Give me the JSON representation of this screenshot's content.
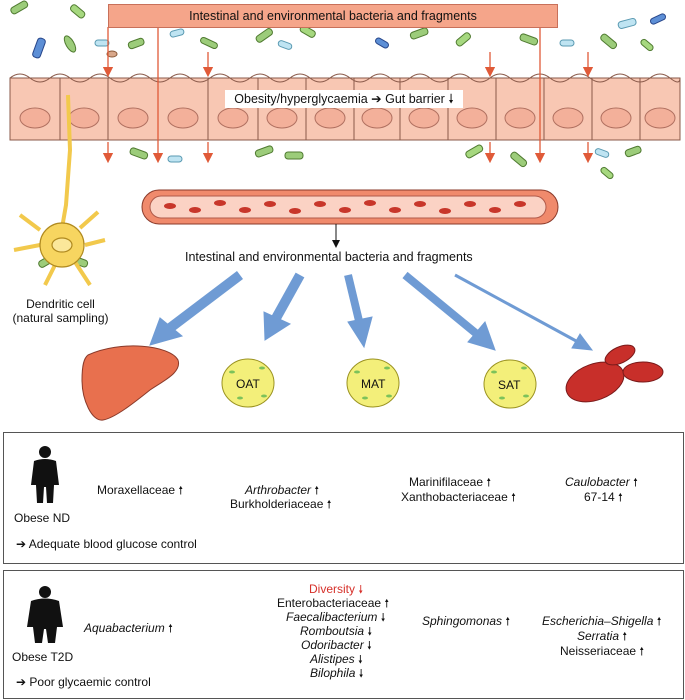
{
  "banner": {
    "text": "Intestinal and environmental bacteria and fragments"
  },
  "gut": {
    "label": "Obesity/hyperglycaemia ➔ Gut barrier 🠗"
  },
  "blood_label": "Intestinal and environmental bacteria and fragments",
  "dendritic": {
    "line1": "Dendritic cell",
    "line2": "(natural sampling)"
  },
  "organs": {
    "oat": "OAT",
    "mat": "MAT",
    "sat": "SAT"
  },
  "panel_nd": {
    "group": "Obese ND",
    "footer": "➔ Adequate blood glucose control",
    "col1": [
      {
        "name": "Moraxellaceae",
        "arrow": "🠕"
      }
    ],
    "col2": [
      {
        "name": "Arthrobacter",
        "arrow": "🠕"
      },
      {
        "name": "Burkholderiaceae",
        "arrow": "🠕"
      }
    ],
    "col3": [
      {
        "name": "Marinifilaceae",
        "arrow": "🠕"
      },
      {
        "name": "Xanthobacteriaceae",
        "arrow": "🠕"
      }
    ],
    "col4": [
      {
        "name": "Caulobacter",
        "arrow": "🠕"
      },
      {
        "name": "67-14",
        "arrow": "🠕"
      }
    ]
  },
  "panel_t2d": {
    "group": "Obese T2D",
    "footer": "➔ Poor glycaemic control",
    "col1": [
      {
        "name": "Aquabacterium",
        "arrow": "🠕"
      }
    ],
    "diversity": {
      "name": "Diversity",
      "arrow": "🠗"
    },
    "col2": [
      {
        "name": "Enterobacteriaceae",
        "arrow": "🠕"
      },
      {
        "name": "Faecalibacterium",
        "arrow": "🠗"
      },
      {
        "name": "Romboutsia",
        "arrow": "🠗"
      },
      {
        "name": "Odoribacter",
        "arrow": "🠗"
      },
      {
        "name": "Alistipes",
        "arrow": "🠗"
      },
      {
        "name": "Bilophila",
        "arrow": "🠗"
      }
    ],
    "col3": [
      {
        "name": "Sphingomonas",
        "arrow": "🠕"
      }
    ],
    "col4": [
      {
        "name": "Escherichia–Shigella",
        "arrow": "🠕"
      },
      {
        "name": "Serratia",
        "arrow": "🠕"
      },
      {
        "name": "Neisseriaceae",
        "arrow": "🠕"
      }
    ]
  },
  "colors": {
    "banner": "#f5a58a",
    "cell": "#f8c7b3",
    "vessel": "#f08a6c",
    "arrow_blue": "#6f9bd4",
    "diversity": "#d6302a"
  }
}
